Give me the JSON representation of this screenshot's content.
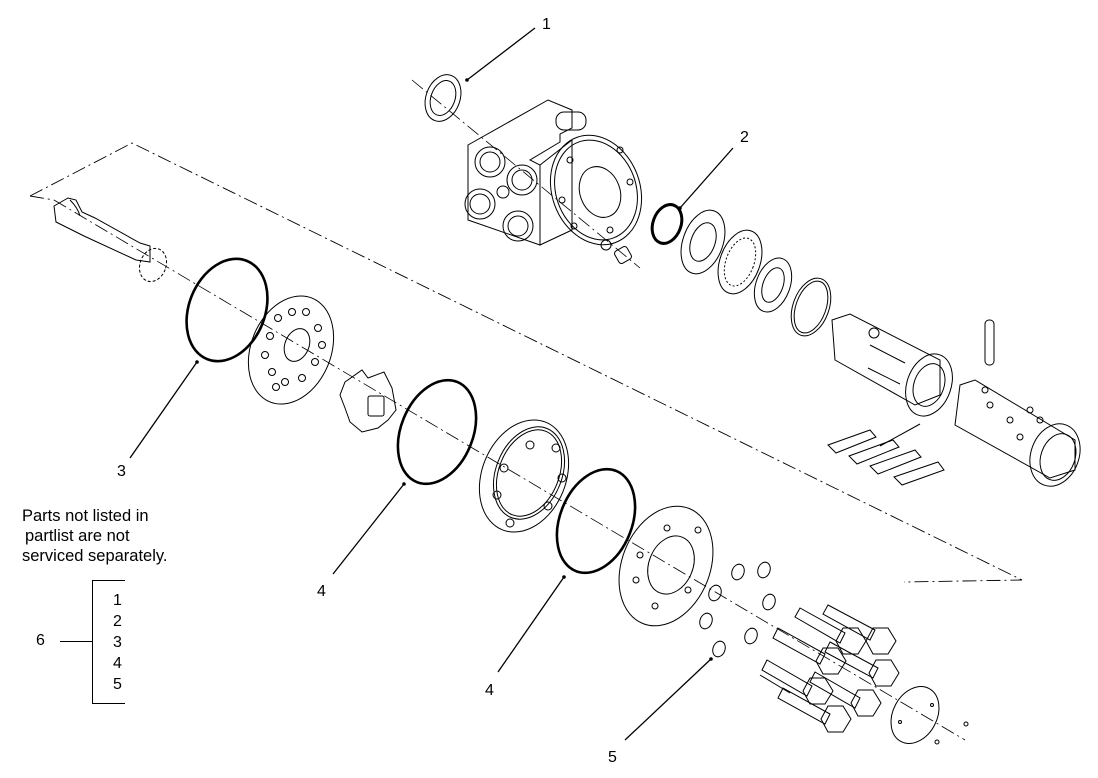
{
  "diagram": {
    "type": "exploded-parts-view",
    "subject": "hydraulic steering unit assembly",
    "colors": {
      "line": "#000000",
      "background": "#ffffff"
    }
  },
  "callouts": [
    {
      "id": "c1",
      "label": "1",
      "part": "dust seal ring"
    },
    {
      "id": "c2",
      "label": "2",
      "part": "o-ring"
    },
    {
      "id": "c3",
      "label": "3",
      "part": "o-ring"
    },
    {
      "id": "c4a",
      "label": "4",
      "part": "o-ring"
    },
    {
      "id": "c4b",
      "label": "4",
      "part": "o-ring"
    },
    {
      "id": "c5",
      "label": "5",
      "part": "washer / seal"
    }
  ],
  "note": {
    "lines": [
      "Parts not listed in",
      "partlist are not",
      "serviced separately."
    ]
  },
  "kit": {
    "label": "6",
    "items": [
      "1",
      "2",
      "3",
      "4",
      "5"
    ]
  }
}
